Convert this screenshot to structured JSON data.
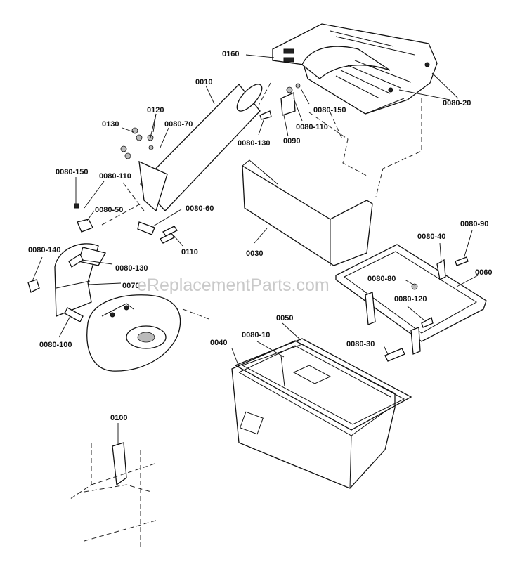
{
  "watermark": "eReplacementParts.com",
  "callouts": [
    "0160",
    "0010",
    "0080-20",
    "0120",
    "0130",
    "0080-70",
    "0080-150",
    "0080-110",
    "0080-130",
    "0090",
    "0080-150",
    "0080-110",
    "0080-50",
    "0080-60",
    "0110",
    "0030",
    "0080-140",
    "0080-130",
    "0070",
    "0080-100",
    "0080-40",
    "0080-90",
    "0060",
    "0080-80",
    "0080-120",
    "0050",
    "0040",
    "0080-10",
    "0080-30",
    "0100"
  ]
}
